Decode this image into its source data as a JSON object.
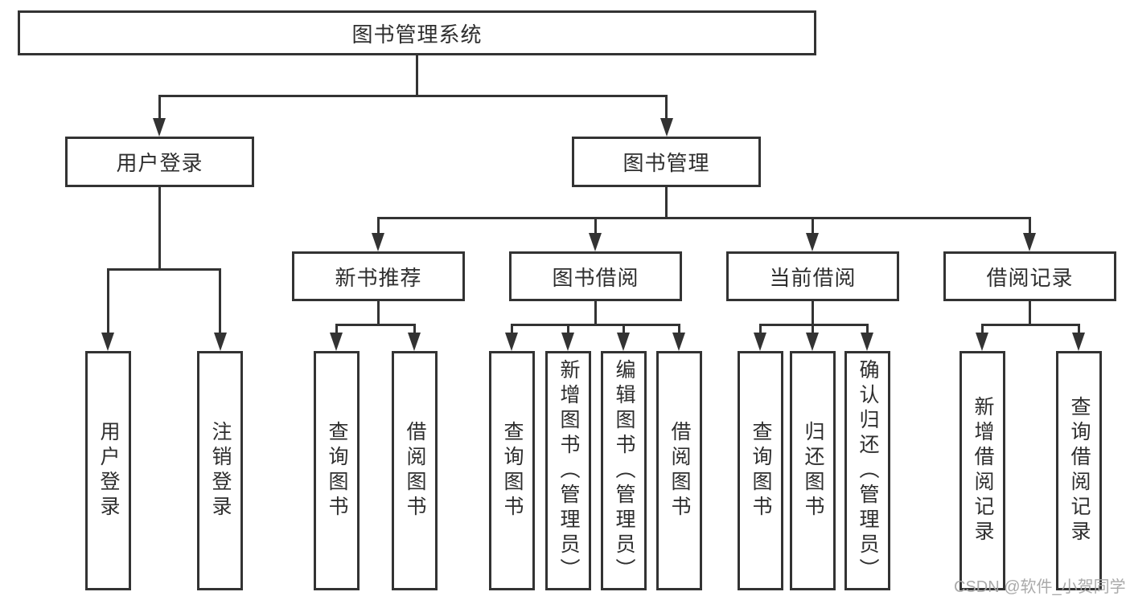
{
  "colors": {
    "line": "#333333",
    "border": "#333333",
    "text": "#2e2e2e",
    "background": "#ffffff",
    "watermark": "#a6a6a6"
  },
  "watermark": {
    "text": "CSDN @软件_小贺同学"
  },
  "tree": {
    "root": {
      "label": "图书管理系统"
    },
    "level2": [
      {
        "label": "用户登录",
        "children": [
          {
            "label": "用户登录"
          },
          {
            "label": "注销登录"
          }
        ]
      },
      {
        "label": "图书管理",
        "children": [
          {
            "label": "新书推荐",
            "children": [
              {
                "label": "查询图书"
              },
              {
                "label": "借阅图书"
              }
            ]
          },
          {
            "label": "图书借阅",
            "children": [
              {
                "label": "查询图书"
              },
              {
                "label": "新增图书（管理员）"
              },
              {
                "label": "编辑图书（管理员）"
              },
              {
                "label": "借阅图书"
              }
            ]
          },
          {
            "label": "当前借阅",
            "children": [
              {
                "label": "查询图书"
              },
              {
                "label": "归还图书"
              },
              {
                "label": "确认归还（管理员）"
              }
            ]
          },
          {
            "label": "借阅记录",
            "children": [
              {
                "label": "新增借阅记录"
              },
              {
                "label": "查询借阅记录"
              }
            ]
          }
        ]
      }
    ]
  }
}
